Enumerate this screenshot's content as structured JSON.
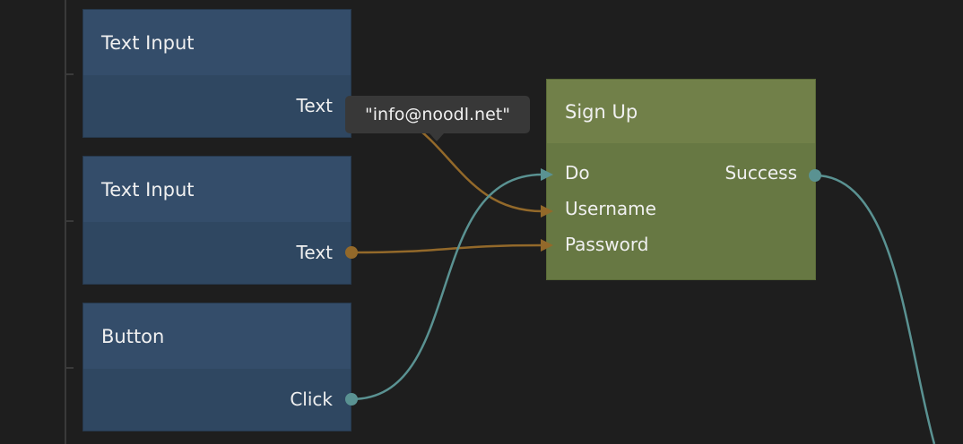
{
  "colors": {
    "data_wire": "#93692a",
    "signal_wire": "#5a9292",
    "ui_node": "#344d6a",
    "logic_node": "#718049"
  },
  "nodes": [
    {
      "title": "Text Input",
      "output": "Text"
    },
    {
      "title": "Text Input",
      "output": "Text"
    },
    {
      "title": "Button",
      "output": "Click"
    }
  ],
  "signup": {
    "title": "Sign Up",
    "inputs": [
      "Do",
      "Username",
      "Password"
    ],
    "output": "Success"
  },
  "tooltip": "\"info@noodl.net\""
}
